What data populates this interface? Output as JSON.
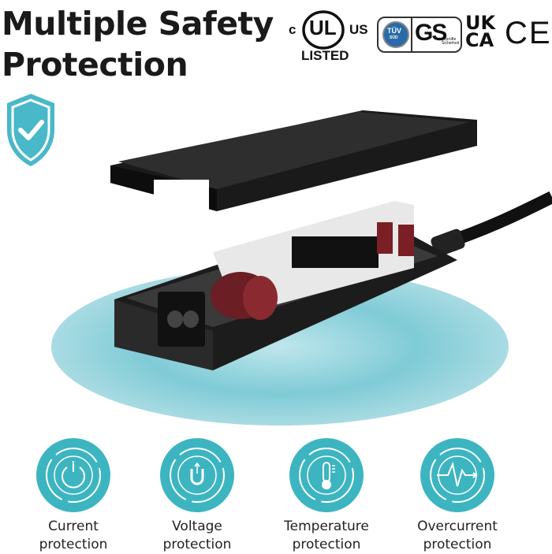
{
  "heading": {
    "line1": "Multiple Safety",
    "line2": "Protection"
  },
  "certifications": {
    "ul": {
      "c": "c",
      "mark": "UL",
      "us": "US",
      "listed": "LISTED"
    },
    "tuv": "TÜV",
    "tuv_sub": "SÜD",
    "gs": "GS",
    "gs_sub": "geprüfte Sicherheit",
    "ukca": [
      "UK",
      "CA"
    ],
    "ce": "CE"
  },
  "colors": {
    "accent": "#3db5c1",
    "shield": "#49b8c8",
    "glow": "#7fcbd6"
  },
  "features": [
    {
      "icon": "power-icon",
      "line1": "Current",
      "line2": "protection"
    },
    {
      "icon": "magnet-voltage-icon",
      "line1": "Voltage",
      "line2": "protection"
    },
    {
      "icon": "thermometer-icon",
      "line1": "Temperature",
      "line2": "protection"
    },
    {
      "icon": "pulse-icon",
      "line1": "Overcurrent",
      "line2": "protection"
    }
  ]
}
